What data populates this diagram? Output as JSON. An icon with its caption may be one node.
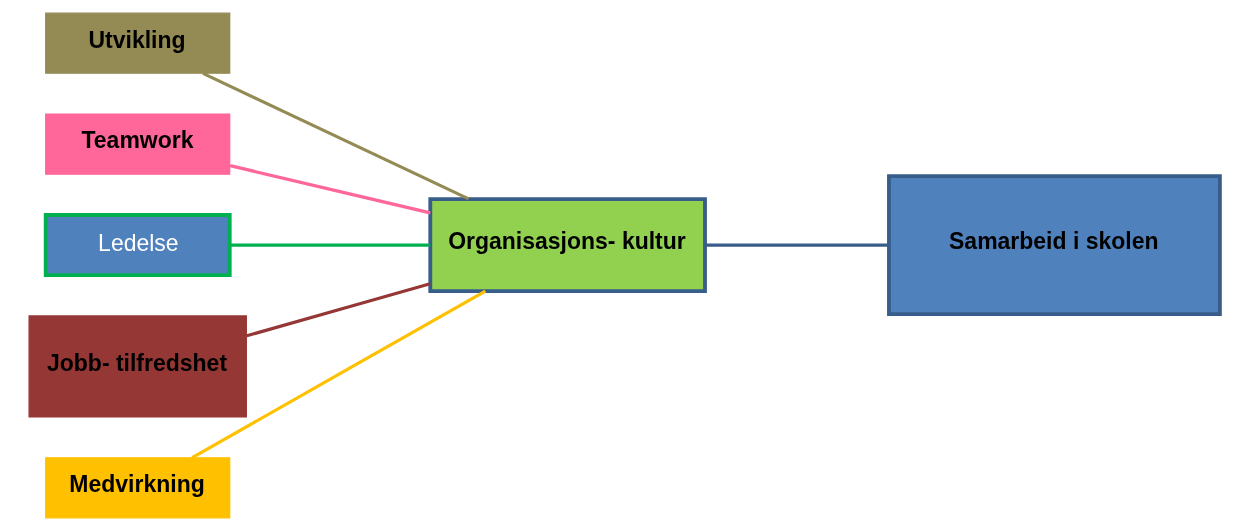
{
  "diagram": {
    "nodes": [
      {
        "text": [
          "Utvikling"
        ]
      },
      {
        "text": [
          "Teamwork"
        ]
      },
      {
        "text": [
          "Ledelse"
        ]
      },
      {
        "text": [
          "Jobb- tilfredshet"
        ]
      },
      {
        "text": [
          "Medvirkning"
        ]
      },
      {
        "text": [
          "Organisasjons- kultur"
        ]
      },
      {
        "text": [
          "Samarbeid i skolen"
        ]
      }
    ],
    "edges": [
      {
        "from": 0,
        "to": 5,
        "arrow": "none",
        "color": "#948a54"
      },
      {
        "from": 1,
        "to": 5,
        "arrow": "none",
        "color": "#ff6699"
      },
      {
        "from": 2,
        "to": 5,
        "arrow": "none",
        "color": "#00b050"
      },
      {
        "from": 3,
        "to": 5,
        "arrow": "none",
        "color": "#953735"
      },
      {
        "from": 4,
        "to": 5,
        "arrow": "none",
        "color": "#ffc000"
      },
      {
        "from": 5,
        "to": 6,
        "arrow": "none",
        "color": "#385d8a"
      }
    ]
  }
}
